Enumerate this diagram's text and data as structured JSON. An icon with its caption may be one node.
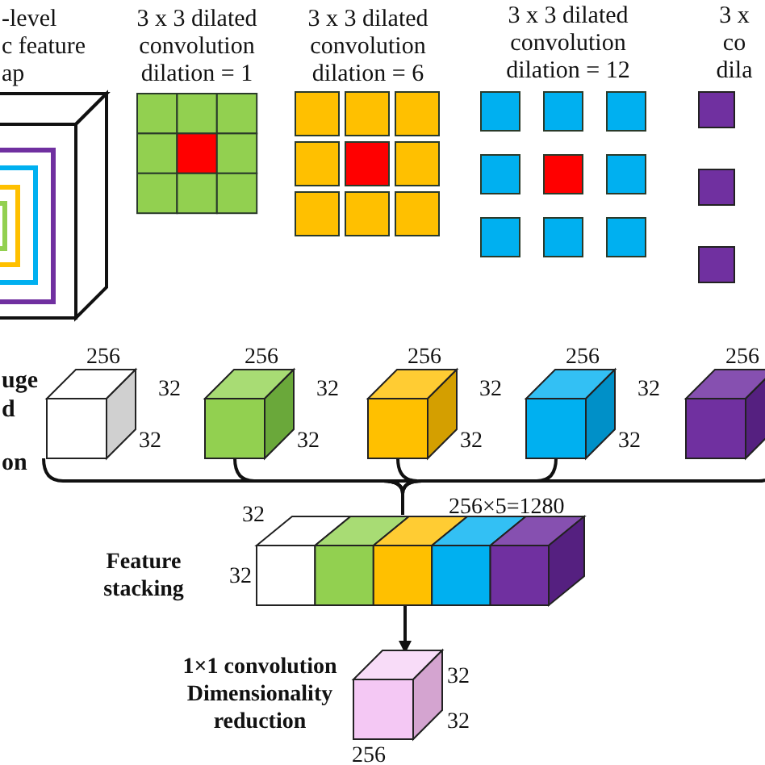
{
  "diagram": {
    "nodes": [
      {
        "text": [
          "-level c feature ap"
        ]
      },
      {
        "text": [
          "3 x 3 dilated convolution dilation = 1"
        ]
      },
      {
        "text": [
          "3 x 3 dilated convolution dilation = 6"
        ]
      },
      {
        "text": [
          "3 x 3 dilated convolution dilation = 12"
        ]
      },
      {
        "text": [
          "3 x co dila"
        ]
      },
      {
        "text": [],
        "shape": "box",
        "beside": [
          "256",
          "32",
          "32"
        ]
      },
      {
        "text": [],
        "shape": "box",
        "beside": [
          "256",
          "32",
          "32"
        ]
      },
      {
        "text": [],
        "shape": "box",
        "beside": [
          "256",
          "32",
          "32"
        ]
      },
      {
        "text": [],
        "shape": "box",
        "beside": [
          "256",
          "32",
          "32"
        ]
      },
      {
        "text": [],
        "shape": "box",
        "beside": [
          "256"
        ]
      },
      {
        "text": [],
        "shape": "box",
        "beside": [
          "256×5=1280",
          "32",
          "32",
          "Feature stacking"
        ]
      },
      {
        "text": [],
        "shape": "box",
        "beside": [
          "32",
          "32",
          "256",
          "1×1 convolution Dimensionality reduction"
        ]
      }
    ],
    "edges": [
      {
        "from": 5,
        "to": 10,
        "arrow": "none"
      },
      {
        "from": 6,
        "to": 10,
        "arrow": "none"
      },
      {
        "from": 7,
        "to": 10,
        "arrow": "none"
      },
      {
        "from": 8,
        "to": 10,
        "arrow": "none"
      },
      {
        "from": 9,
        "to": 10,
        "arrow": "none"
      },
      {
        "from": 10,
        "to": 11,
        "arrow": "to"
      }
    ],
    "labels": [
      "uge d on"
    ]
  }
}
